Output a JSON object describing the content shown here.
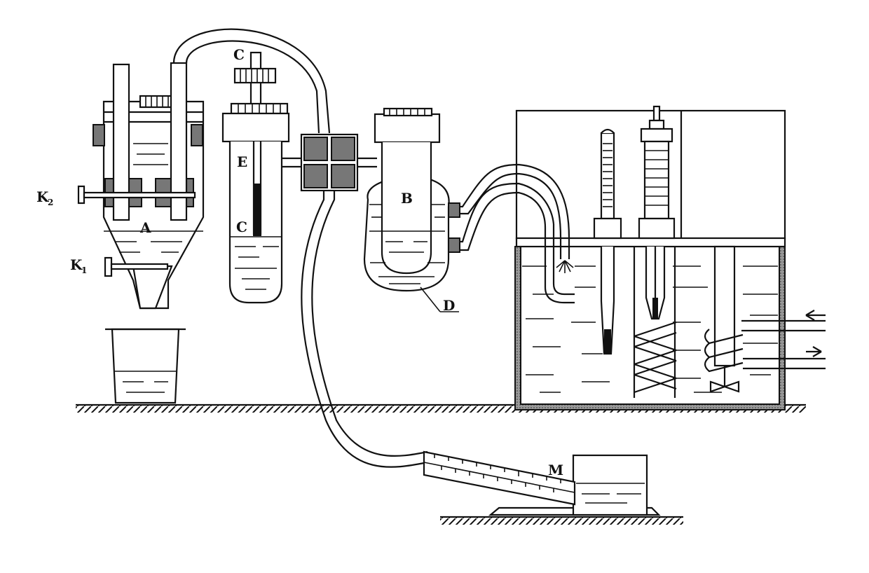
{
  "labels": {
    "A": "A",
    "B": "B",
    "C_top": "C",
    "C_bottom": "C",
    "E": "E",
    "D": "D",
    "M": "M",
    "K1": "K",
    "K1_sub": "1",
    "K2": "K",
    "K2_sub": "2"
  },
  "colors": {
    "ink": "#111111",
    "shade": "#777777",
    "paper": "#ffffff"
  }
}
